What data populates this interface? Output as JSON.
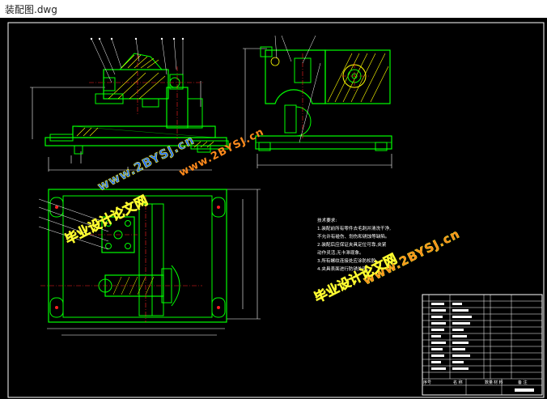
{
  "window": {
    "title": "装配图.dwg"
  },
  "colors": {
    "background": "#000000",
    "frame": "#ffffff",
    "part": "#00ff00",
    "hatch": "#ffff00",
    "axis": "#ff2020",
    "dim": "#ffffff",
    "leader": "#ffffff",
    "watermark_red": "#ff2a2a",
    "watermark_blue": "#1f6bff",
    "watermark_orange": "#ff8a1c",
    "watermark_yellow": "#ffff30"
  },
  "watermarks": {
    "site_text": "www.2BYSJ.cn",
    "site_text_right": "www.2BYSJ.cn",
    "cn_text": "毕业设计论文网"
  },
  "notes": {
    "heading": "技术要求:",
    "lines": [
      "1.装配前所有零件去毛刺并清洗干净,",
      "  不允许有碰伤、划伤和锈蚀等缺陷。",
      "2.装配后应保证夹具定位可靠,夹紧",
      "  动作灵活,无卡滞现象。",
      "3.所有螺纹连接处应涂防松胶。",
      "4.夹具表面进行防锈处理。"
    ]
  },
  "titleblock": {
    "col_headers": [
      "序号",
      "名 称",
      "数量",
      "材 料",
      "备 注"
    ]
  }
}
